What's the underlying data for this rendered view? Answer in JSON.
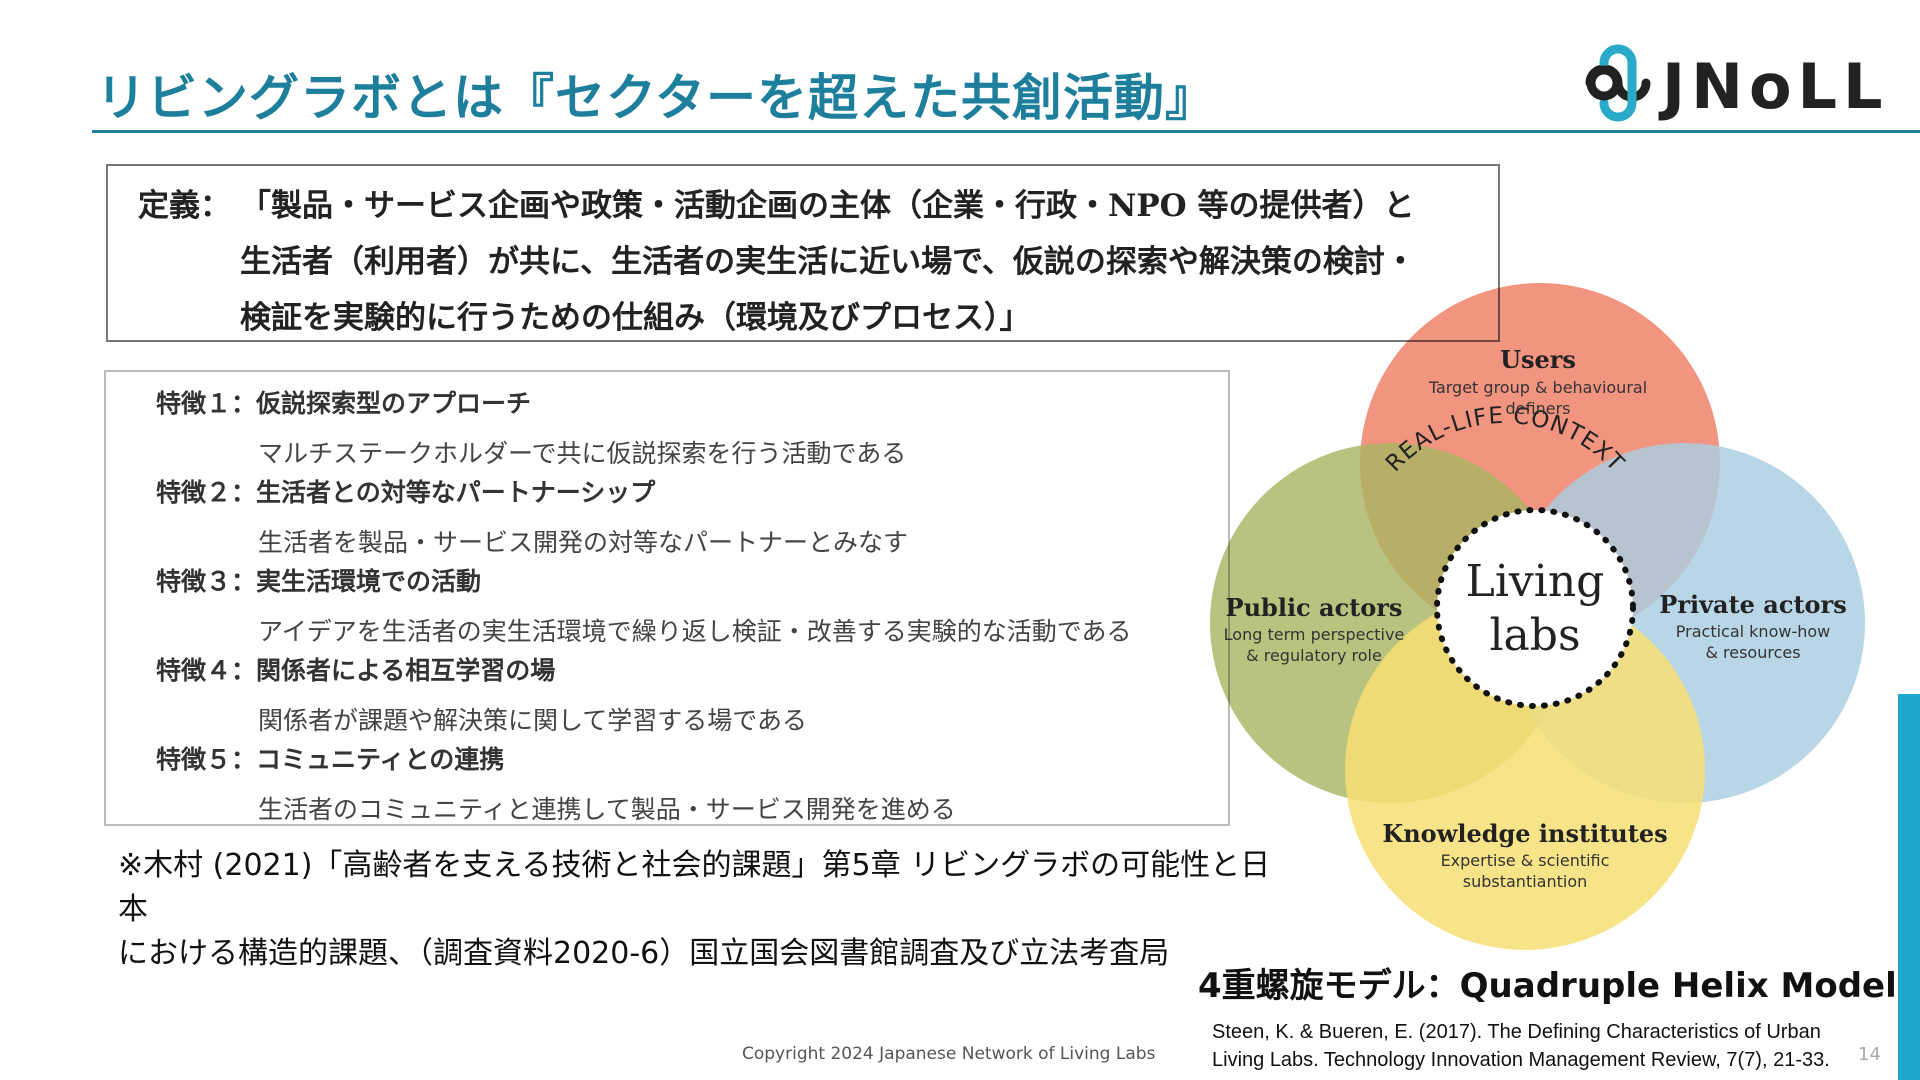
{
  "title": "リビングラボとは『セクターを超えた共創活動』",
  "logo": {
    "text": "JNoLL"
  },
  "definition": {
    "label": "定義：",
    "lines": [
      "「製品・サービス企画や政策・活動企画の主体（企業・行政・NPO 等の提供者）と",
      "生活者（利用者）が共に、生活者の実生活に近い場で、仮説の探索や解決策の検討・",
      "検証を実験的に行うための仕組み（環境及びプロセス）」"
    ]
  },
  "features": [
    {
      "head": "特徴１：仮説探索型のアプローチ",
      "desc": "マルチステークホルダーで共に仮説探索を行う活動である"
    },
    {
      "head": "特徴２：生活者との対等なパートナーシップ",
      "desc": "生活者を製品・サービス開発の対等なパートナーとみなす"
    },
    {
      "head": "特徴３：実生活環境での活動",
      "desc": "アイデアを生活者の実生活環境で繰り返し検証・改善する実験的な活動である"
    },
    {
      "head": "特徴４：関係者による相互学習の場",
      "desc": "関係者が課題や解決策に関して学習する場である"
    },
    {
      "head": "特徴５：コミュニティとの連携",
      "desc": "生活者のコミュニティと連携して製品・サービス開発を進める"
    }
  ],
  "note": {
    "line1": "※木村 (2021)「高齢者を支える技術と社会的課題」第5章 リビングラボの可能性と日本",
    "line2": "における構造的課題、（調査資料2020-6）国立国会図書館調査及び立法考査局"
  },
  "diagram": {
    "center_line1": "Living",
    "center_line2": "labs",
    "arc_text": "REAL-LIFE CONTEXT",
    "users": {
      "title": "Users",
      "sub1": "Target group & behavioural",
      "sub2": "definers",
      "color": "#f0836a"
    },
    "public": {
      "title": "Public actors",
      "sub1": "Long term perspective",
      "sub2": "& regulatory role",
      "color": "#a9b461"
    },
    "private": {
      "title": "Private actors",
      "sub1": "Practical know-how",
      "sub2": "& resources",
      "color": "#a9cde0"
    },
    "knowledge": {
      "title": "Knowledge institutes",
      "sub1": "Expertise & scientific",
      "sub2": "substantiantion",
      "color": "#f7df73"
    }
  },
  "model_title": "4重螺旋モデル：Quadruple Helix Model",
  "reference": {
    "line1": "Steen, K. & Bueren, E. (2017). The Defining Characteristics of Urban",
    "line2": "Living Labs. Technology Innovation Management Review, 7(7), 21-33."
  },
  "copyright": "Copyright 2024  Japanese Network of Living Labs",
  "page_number": "14"
}
